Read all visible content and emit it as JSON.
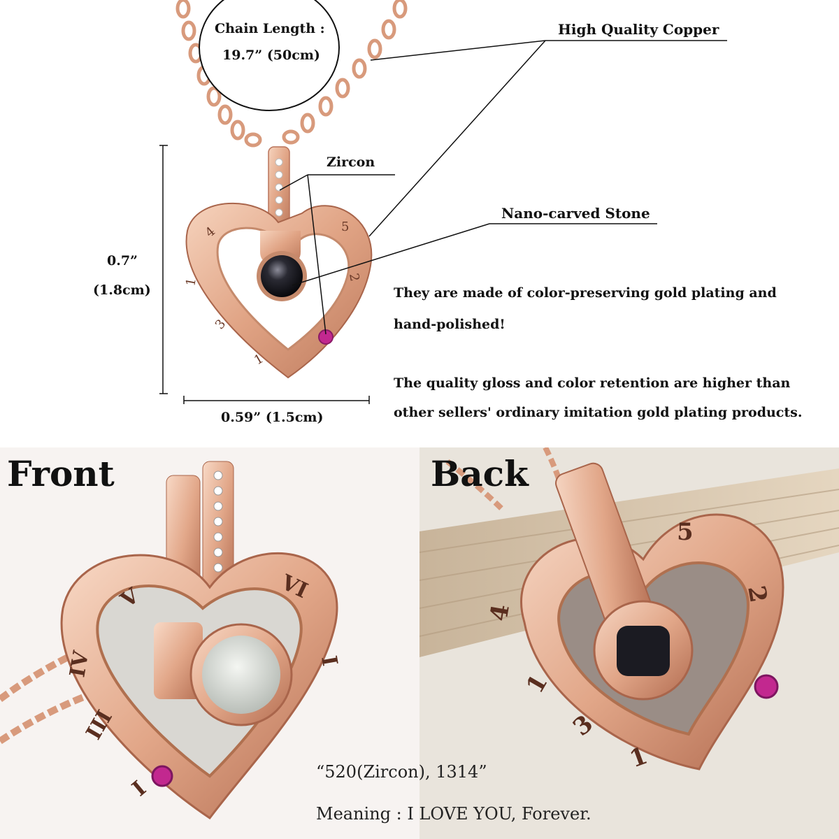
{
  "top": {
    "chain_length_title": "Chain Length :",
    "chain_length_value": "19.7” (50cm)",
    "material": "High Quality Copper",
    "zircon": "Zircon",
    "stone": "Nano-carved Stone",
    "height_in": "0.7”",
    "height_cm": "(1.8cm)",
    "width": "0.59” (1.5cm)",
    "desc1_line1": "They are made of color-preserving gold plating and",
    "desc1_line2": "hand-polished!",
    "desc2_line1": "The quality gloss and color retention are higher than",
    "desc2_line2": "other sellers' ordinary imitation gold plating products."
  },
  "front": {
    "title": "Front"
  },
  "back": {
    "title": "Back"
  },
  "caption": {
    "line1": "“520(Zircon), 1314”",
    "line2": "Meaning : I LOVE YOU, Forever."
  },
  "colors": {
    "rose_gold": "#e2a98a",
    "rose_gold_dark": "#b9735a",
    "stone": "#151519",
    "zircon_pink": "#c2288f"
  }
}
